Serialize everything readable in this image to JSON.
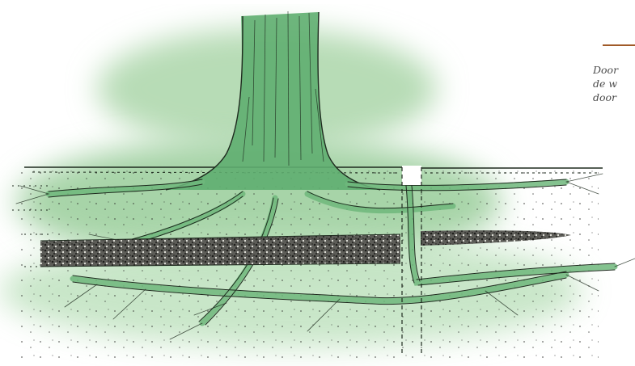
{
  "illustration": {
    "icon": "tree-roots-soil-cross-section",
    "colors": {
      "foliage_wash": "#9ccf9c",
      "root_fill": "#6fb87c",
      "ink": "#1e2a1e",
      "soil_layer": "#3a3a38",
      "accent_rule": "#a05a28"
    }
  },
  "caption": {
    "lines": [
      "Door",
      "de w",
      "door"
    ]
  }
}
